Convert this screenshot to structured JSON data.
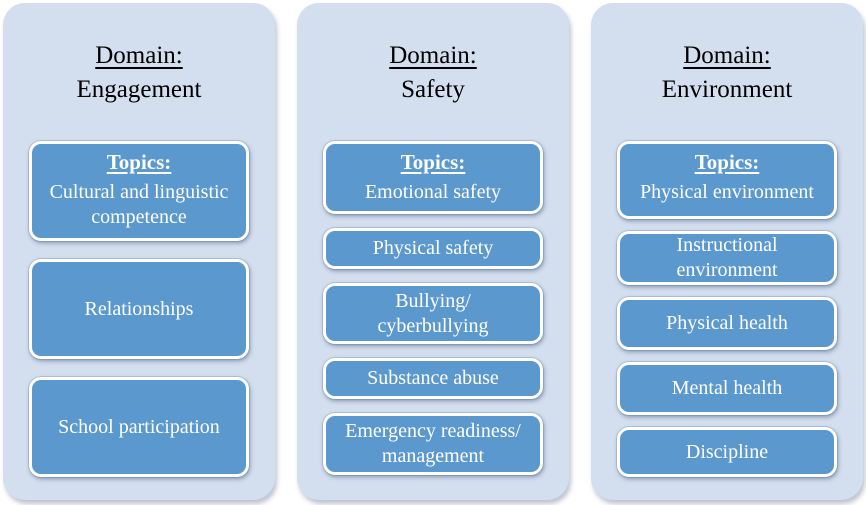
{
  "colors": {
    "page_bg": "#ffffff",
    "panel_bg": "#d3deee",
    "box_bg": "#5b98ce",
    "box_border": "#ffffff",
    "title_text": "#000000",
    "box_text": "#ffffff"
  },
  "columns": [
    {
      "domain_label": "Domain:",
      "domain_name": "Engagement",
      "topics_heading": "Topics:",
      "boxes": [
        {
          "text": "Cultural and linguistic\ncompetence"
        },
        {
          "text": "Relationships"
        },
        {
          "text": "School participation"
        }
      ]
    },
    {
      "domain_label": "Domain:",
      "domain_name": "Safety",
      "topics_heading": "Topics:",
      "boxes": [
        {
          "text": "Emotional safety"
        },
        {
          "text": "Physical safety"
        },
        {
          "text": "Bullying/\ncyberbullying"
        },
        {
          "text": "Substance abuse"
        },
        {
          "text": "Emergency readiness/\nmanagement"
        }
      ]
    },
    {
      "domain_label": "Domain:",
      "domain_name": "Environment",
      "topics_heading": "Topics:",
      "boxes": [
        {
          "text": "Physical environment"
        },
        {
          "text": "Instructional\nenvironment"
        },
        {
          "text": "Physical health"
        },
        {
          "text": "Mental health"
        },
        {
          "text": "Discipline"
        }
      ]
    }
  ]
}
